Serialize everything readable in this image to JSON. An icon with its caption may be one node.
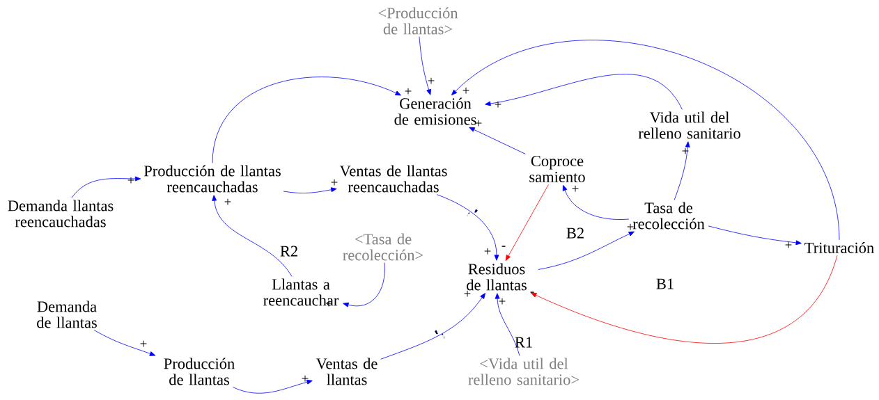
{
  "diagram": {
    "nodes": [
      {
        "text": [
          "<Producción de llantas>"
        ]
      },
      {
        "text": [
          "Generación de emisiones"
        ]
      },
      {
        "text": [
          "Vida util del relleno sanitario"
        ]
      },
      {
        "text": [
          "Producción de llantas reencauchadas"
        ]
      },
      {
        "text": [
          "Ventas de llantas reencauchadas"
        ]
      },
      {
        "text": [
          "Coproce samiento"
        ]
      },
      {
        "text": [
          "Demanda llantas reencauchadas"
        ]
      },
      {
        "text": [
          "Tasa de recolección"
        ]
      },
      {
        "text": [
          "Trituración"
        ]
      },
      {
        "text": [
          "<Tasa de recolección>"
        ]
      },
      {
        "text": [
          "Residuos de llantas"
        ]
      },
      {
        "text": [
          "Llantas a reencauchar"
        ]
      },
      {
        "text": [
          "Demanda de llantas"
        ]
      },
      {
        "text": [
          "Producción de llantas"
        ]
      },
      {
        "text": [
          "Ventas de llantas"
        ]
      },
      {
        "text": [
          "<Vida util del relleno sanitario>"
        ]
      }
    ],
    "edges": [
      {
        "from": 0,
        "to": 1,
        "arrow": "to",
        "label": "+"
      },
      {
        "from": 3,
        "to": 1,
        "arrow": "to",
        "label": "+"
      },
      {
        "from": 8,
        "to": 1,
        "arrow": "to",
        "label": "+"
      },
      {
        "from": 2,
        "to": 1,
        "arrow": "to",
        "label": "+"
      },
      {
        "from": 5,
        "to": 1,
        "arrow": "to",
        "label": "+"
      },
      {
        "from": 6,
        "to": 3,
        "arrow": "to",
        "label": "+"
      },
      {
        "from": 3,
        "to": 4,
        "arrow": "to",
        "label": "+"
      },
      {
        "from": 4,
        "to": 10,
        "arrow": "to",
        "label": "+"
      },
      {
        "from": 5,
        "to": 10,
        "arrow": "to",
        "label": "-",
        "color": "#ff0000"
      },
      {
        "from": 10,
        "to": 7,
        "arrow": "to",
        "label": "+"
      },
      {
        "from": 7,
        "to": 5,
        "arrow": "to",
        "label": "+"
      },
      {
        "from": 7,
        "to": 2,
        "arrow": "to",
        "label": "+"
      },
      {
        "from": 7,
        "to": 8,
        "arrow": "to",
        "label": "+"
      },
      {
        "from": 8,
        "to": 10,
        "arrow": "to",
        "label": "-",
        "color": "#ff0000"
      },
      {
        "from": 11,
        "to": 3,
        "arrow": "to",
        "label": "+"
      },
      {
        "from": 9,
        "to": 11,
        "arrow": "to",
        "label": "+"
      },
      {
        "from": 12,
        "to": 13,
        "arrow": "to",
        "label": "+"
      },
      {
        "from": 13,
        "to": 14,
        "arrow": "to",
        "label": "+"
      },
      {
        "from": 14,
        "to": 10,
        "arrow": "to",
        "label": "+"
      },
      {
        "from": 15,
        "to": 10,
        "arrow": "to",
        "label": "+"
      }
    ],
    "labels": [
      "R2",
      "B2",
      "B1",
      "R1"
    ]
  }
}
